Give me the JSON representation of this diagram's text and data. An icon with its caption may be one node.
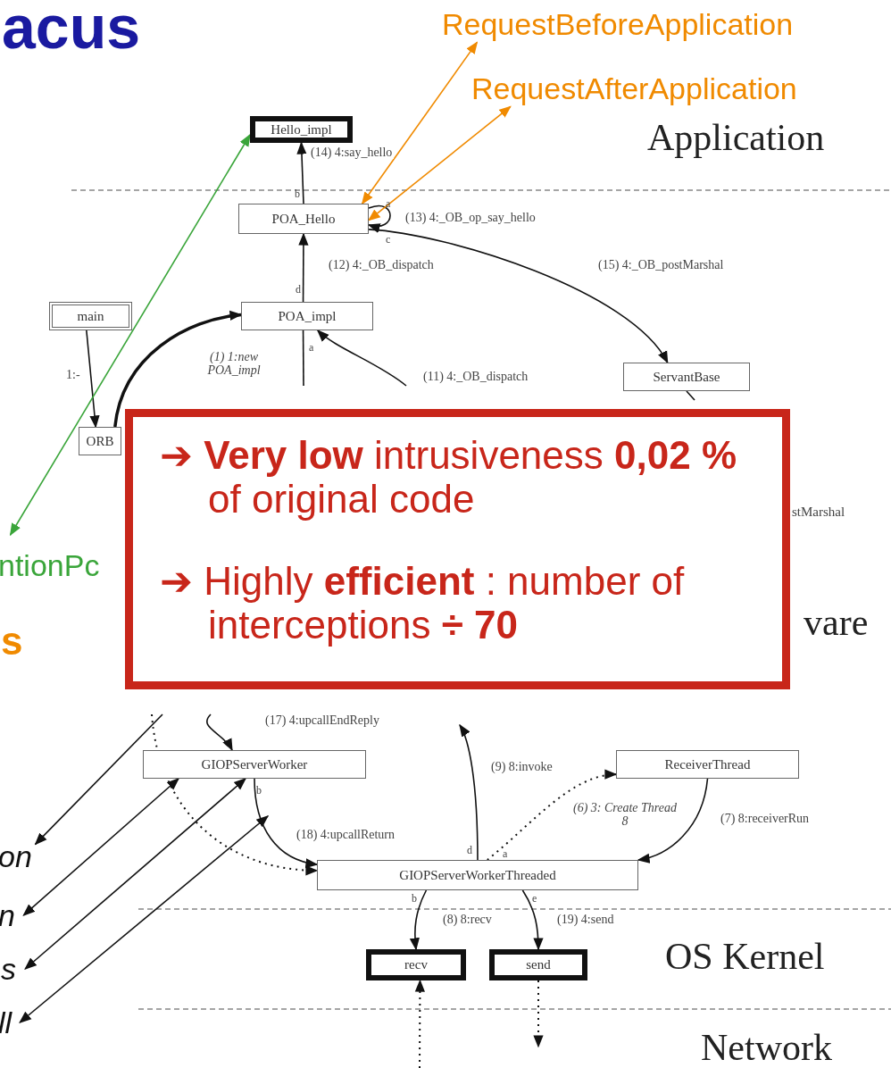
{
  "diagram": {
    "title": "acus",
    "nodes": [
      {
        "text": [
          "Hello_impl"
        ]
      },
      {
        "text": [
          "POA_Hello"
        ]
      },
      {
        "text": [
          "main"
        ]
      },
      {
        "text": [
          "POA_impl"
        ]
      },
      {
        "text": [
          "ServantBase"
        ]
      },
      {
        "text": [
          "ORB"
        ]
      },
      {
        "text": [
          "GIOPServerWorker"
        ]
      },
      {
        "text": [
          "ReceiverThread"
        ]
      },
      {
        "text": [
          "GIOPServerWorkerThreaded"
        ]
      },
      {
        "text": [
          "recv"
        ]
      },
      {
        "text": [
          "send"
        ]
      },
      {
        "text": [
          "RequestBeforeApplication"
        ]
      },
      {
        "text": [
          "RequestAfterApplication"
        ]
      },
      {
        "text": [
          "ntionPc"
        ]
      },
      {
        "text": [
          "on"
        ]
      },
      {
        "text": [
          "n"
        ]
      },
      {
        "text": [
          "s"
        ]
      },
      {
        "text": [
          "ll"
        ]
      },
      {
        "text": [
          "➔ **Very low** intrusiveness **0,02 %** of original code",
          "➔ Highly **efficient** : number of interceptions **÷ 70**"
        ]
      }
    ],
    "edges": [
      {
        "from": 1,
        "to": 0,
        "arrow": "to",
        "label": "(14) 4:say_hello"
      },
      {
        "from": 1,
        "to": 1,
        "arrow": "to",
        "label": "(13) 4:_OB_op_say_hello"
      },
      {
        "from": 3,
        "to": 1,
        "arrow": "to",
        "label": "(12) 4:_OB_dispatch"
      },
      {
        "from": 1,
        "to": 4,
        "arrow": "to",
        "label": "(15) 4:_OB_postMarshal"
      },
      {
        "from": 2,
        "to": 5,
        "arrow": "to",
        "label": "1:-"
      },
      {
        "from": 5,
        "to": 3,
        "arrow": "to",
        "label": "(1) 1:new POA_impl",
        "style": "thick"
      },
      {
        "from": null,
        "to": 3,
        "arrow": "to",
        "label": "(11) 4:_OB_dispatch"
      },
      {
        "from": 3,
        "to": null,
        "arrow": "none"
      },
      {
        "from": 4,
        "to": null,
        "arrow": "none"
      },
      {
        "from": 8,
        "to": null,
        "arrow": "to",
        "label": "(9) 8:invoke"
      },
      {
        "from": null,
        "to": 6,
        "arrow": "to",
        "label": "(17) 4:upcallEndReply"
      },
      {
        "from": 6,
        "to": 8,
        "arrow": "to",
        "label": "(18) 4:upcallReturn"
      },
      {
        "from": 7,
        "to": 8,
        "arrow": "to",
        "label": "(7) 8:receiverRun"
      },
      {
        "from": 8,
        "to": 7,
        "arrow": "to",
        "label": "(6) 3: Create Thread 8",
        "style": "dashed"
      },
      {
        "from": null,
        "to": 8,
        "arrow": "to",
        "style": "dashed"
      },
      {
        "from": 8,
        "to": 9,
        "arrow": "to",
        "label": "(8) 8:recv"
      },
      {
        "from": 8,
        "to": 10,
        "arrow": "to",
        "label": "(19) 4:send"
      },
      {
        "from": null,
        "to": 9,
        "arrow": "to",
        "style": "dashed"
      },
      {
        "from": 10,
        "to": null,
        "arrow": "to",
        "style": "dashed"
      },
      {
        "from": 11,
        "to": 1,
        "arrow": "both",
        "color": "#f08a00"
      },
      {
        "from": 12,
        "to": 1,
        "arrow": "both",
        "color": "#f08a00"
      },
      {
        "from": 13,
        "to": 0,
        "arrow": "both",
        "color": "#3aa53a"
      },
      {
        "from": null,
        "to": 14,
        "arrow": "to"
      },
      {
        "from": 15,
        "to": 6,
        "arrow": "both"
      },
      {
        "from": 16,
        "to": 6,
        "arrow": "both"
      },
      {
        "from": 17,
        "to": null,
        "arrow": "both"
      }
    ],
    "labels": [
      "Application",
      "vare",
      "OS Kernel",
      "Network",
      "stMarshal",
      "s",
      "b",
      "a",
      "c",
      "d",
      "a",
      "b",
      "d",
      "a",
      "b",
      "e"
    ]
  }
}
